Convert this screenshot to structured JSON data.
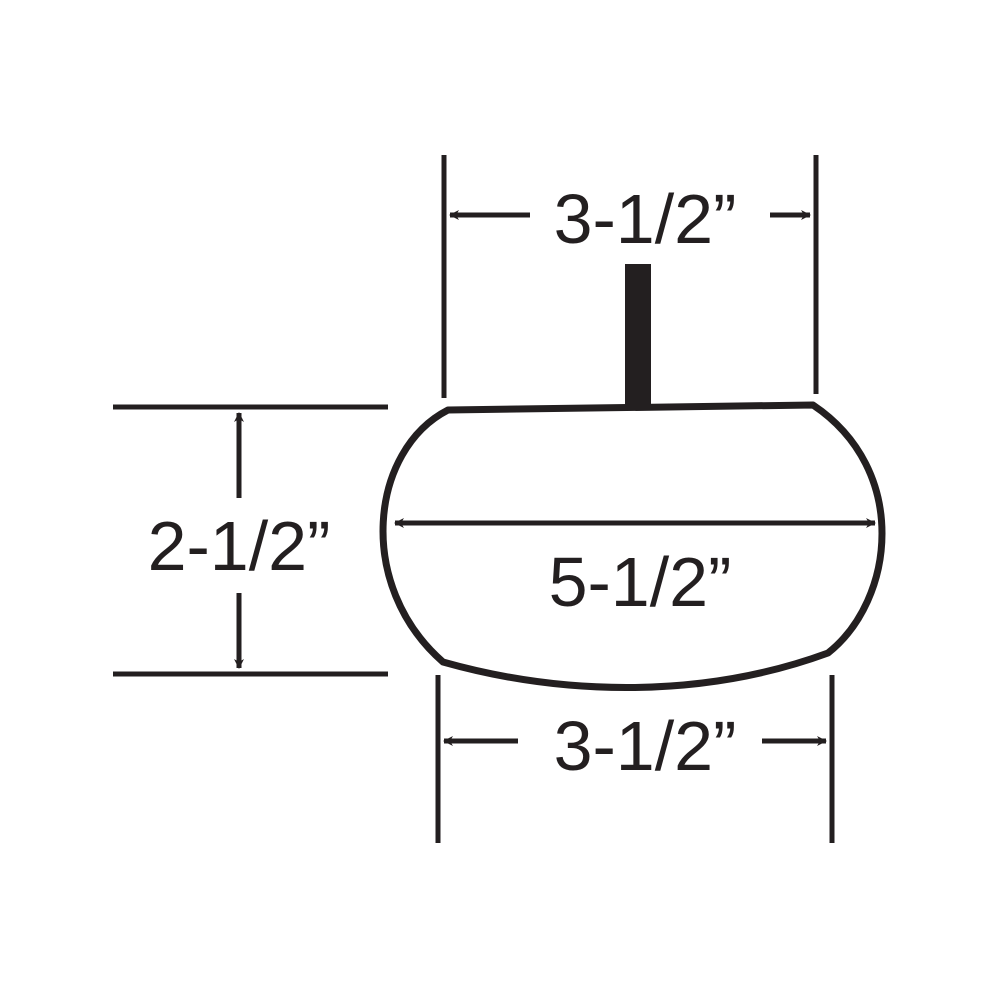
{
  "dimensions": {
    "top_width": "3-1/2”",
    "height": "2-1/2”",
    "max_width": "5-1/2”",
    "bottom_width": "3-1/2”"
  },
  "colors": {
    "ink": "#231f20",
    "background": "#ffffff"
  }
}
